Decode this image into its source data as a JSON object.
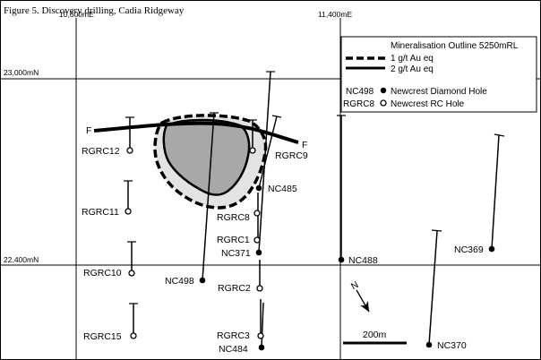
{
  "caption": "Figure 5. Discovery drilling, Cadia Ridgeway",
  "grid_labels": {
    "e10600": "10,600mE",
    "e11400": "11,400mE",
    "n23000": "23,000mN",
    "n22400": "22,400mN"
  },
  "legend": {
    "title": "Mineralisation Outline 5250mRL",
    "line1": "1 g/t Au eq",
    "line2": "2 g/t Au eq",
    "diamond_code": "NC498",
    "diamond_text": "Newcrest Diamond Hole",
    "rc_code": "RGRC8",
    "rc_text": "Newcrest RC Hole"
  },
  "fault_label": "F",
  "scale_label": "200m",
  "north_label": "N",
  "holes": [
    {
      "id": "RGRC12",
      "type": "rc"
    },
    {
      "id": "RGRC11",
      "type": "rc"
    },
    {
      "id": "RGRC10",
      "type": "rc"
    },
    {
      "id": "RGRC15",
      "type": "rc"
    },
    {
      "id": "RGRC9",
      "type": "rc"
    },
    {
      "id": "NC485",
      "type": "diamond"
    },
    {
      "id": "RGRC8",
      "type": "rc"
    },
    {
      "id": "RGRC1",
      "type": "rc"
    },
    {
      "id": "NC371",
      "type": "diamond"
    },
    {
      "id": "NC498",
      "type": "diamond"
    },
    {
      "id": "RGRC2",
      "type": "rc"
    },
    {
      "id": "RGRC3",
      "type": "rc"
    },
    {
      "id": "NC484",
      "type": "diamond"
    },
    {
      "id": "NC488",
      "type": "diamond"
    },
    {
      "id": "NC369",
      "type": "diamond"
    },
    {
      "id": "NC370",
      "type": "diamond"
    }
  ]
}
